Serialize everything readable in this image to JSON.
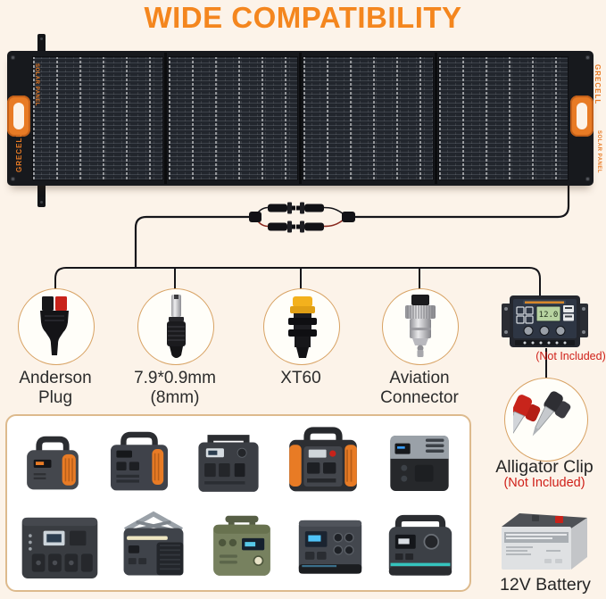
{
  "title": "WIDE COMPATIBILITY",
  "panel": {
    "brand": "GRECELL",
    "product": "SOLAR PANEL"
  },
  "connectors": [
    {
      "line1": "Anderson",
      "line2": "Plug",
      "icon": "anderson-plug-icon"
    },
    {
      "line1": "7.9*0.9mm",
      "line2": "(8mm)",
      "icon": "dc-8mm-plug-icon"
    },
    {
      "line1": "XT60",
      "line2": "",
      "icon": "xt60-plug-icon"
    },
    {
      "line1": "Aviation",
      "line2": "Connector",
      "icon": "aviation-connector-icon"
    }
  ],
  "controller": {
    "lcd": "12.0",
    "note": "(Not Included)",
    "icon": "charge-controller-icon"
  },
  "alligator": {
    "label": "Alligator Clip",
    "note": "(Not Included)",
    "icon": "alligator-clip-icon"
  },
  "battery": {
    "label": "12V Battery",
    "icon": "12v-battery-icon"
  },
  "power_stations": [
    "power-station-1-icon",
    "power-station-2-icon",
    "power-station-3-icon",
    "power-station-4-icon",
    "power-station-5-icon",
    "power-station-6-icon",
    "power-station-7-icon",
    "power-station-8-icon",
    "power-station-9-icon",
    "power-station-10-icon"
  ],
  "colors": {
    "background": "#fcf3e9",
    "title_orange": "#f4861e",
    "panel_accent_orange": "#e87b25",
    "circle_border_tan": "#d8a263",
    "grid_border_tan": "#ddba8d",
    "note_red": "#cf1f18",
    "wire_red": "#8a2a1f"
  }
}
